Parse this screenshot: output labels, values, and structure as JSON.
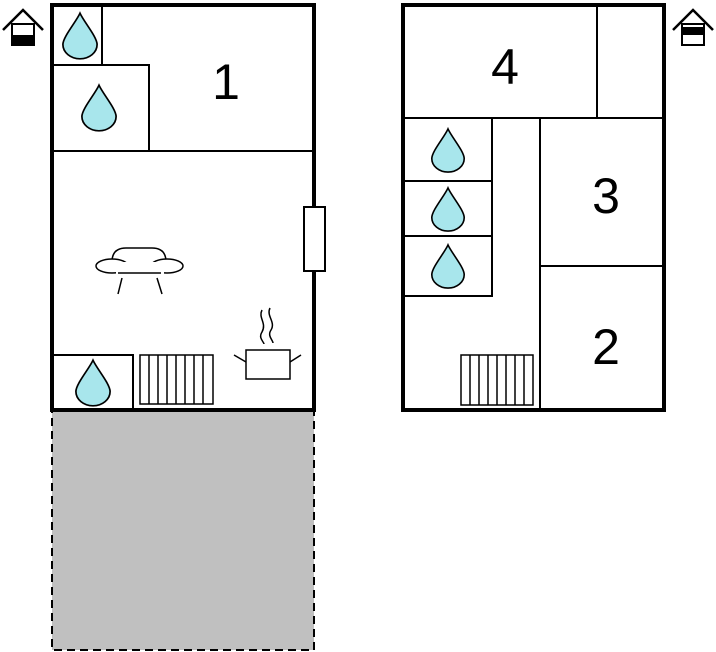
{
  "plan": {
    "room_labels": {
      "room1": "1",
      "room2": "2",
      "room3": "3",
      "room4": "4"
    },
    "icons": {
      "ground_floor_icon": "house-ground-floor-icon",
      "upper_floor_icon": "house-upper-floor-icon",
      "bathroom_icon": "water-drop-icon",
      "living_icon": "sofa-icon",
      "kitchen_icon": "cooking-pot-icon",
      "heater_icon": "radiator-icon",
      "window_icon": "window-icon"
    },
    "colors": {
      "water": "#a8e6ec",
      "terrace": "#c0c0c0",
      "walls": "#000000",
      "background": "#ffffff"
    }
  }
}
